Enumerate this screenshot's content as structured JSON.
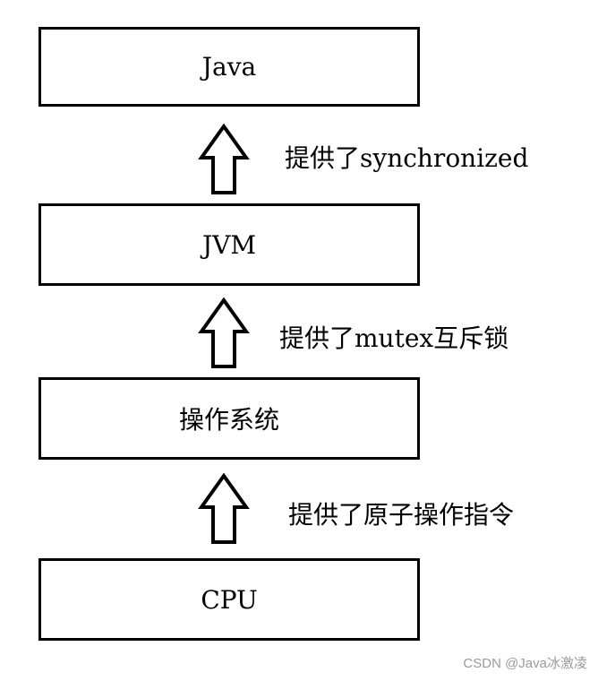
{
  "layers": {
    "java": "Java",
    "jvm": "JVM",
    "os": "操作系统",
    "cpu": "CPU"
  },
  "edges": {
    "jvm_to_java": "提供了synchronized",
    "os_to_jvm": "提供了mutex互斥锁",
    "cpu_to_os": "提供了原子操作指令"
  },
  "watermark": "CSDN @Java冰激凌"
}
